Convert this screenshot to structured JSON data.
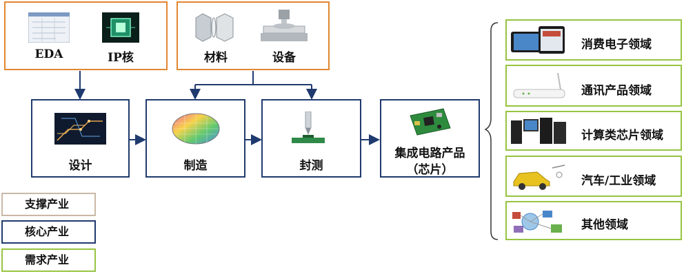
{
  "support": {
    "box1": {
      "items": [
        "EDA",
        "IP核"
      ]
    },
    "box2": {
      "items": [
        "材料",
        "设备"
      ]
    }
  },
  "core": {
    "design": "设计",
    "manufacture": "制造",
    "package_test": "封测",
    "product_line1": "集成电路产品",
    "product_line2": "（芯片）"
  },
  "demand": [
    "消费电子领域",
    "通讯产品领域",
    "计算类芯片领域",
    "汽车/工业领域",
    "其他领域"
  ],
  "legend": [
    "支撑产业",
    "核心产业",
    "需求产业"
  ],
  "colors": {
    "support": "#E2862F",
    "core": "#1F3A6E",
    "demand": "#96C440"
  }
}
